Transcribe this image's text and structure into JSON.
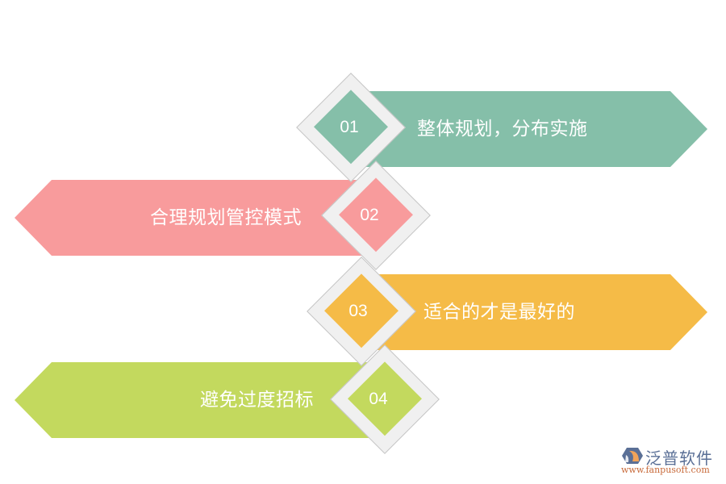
{
  "steps": [
    {
      "number": "01",
      "label": "整体规划，分布实施",
      "color": "#85bfa9",
      "direction": "right"
    },
    {
      "number": "02",
      "label": "合理规划管控模式",
      "color": "#f89b9c",
      "direction": "left"
    },
    {
      "number": "03",
      "label": "适合的才是最好的",
      "color": "#f5bb47",
      "direction": "right"
    },
    {
      "number": "04",
      "label": "避免过度招标",
      "color": "#c3d95e",
      "direction": "left"
    }
  ],
  "logo": {
    "name": "泛普软件",
    "url": "www.fanpusoft.com",
    "icon": "fanpu-logo-icon"
  }
}
